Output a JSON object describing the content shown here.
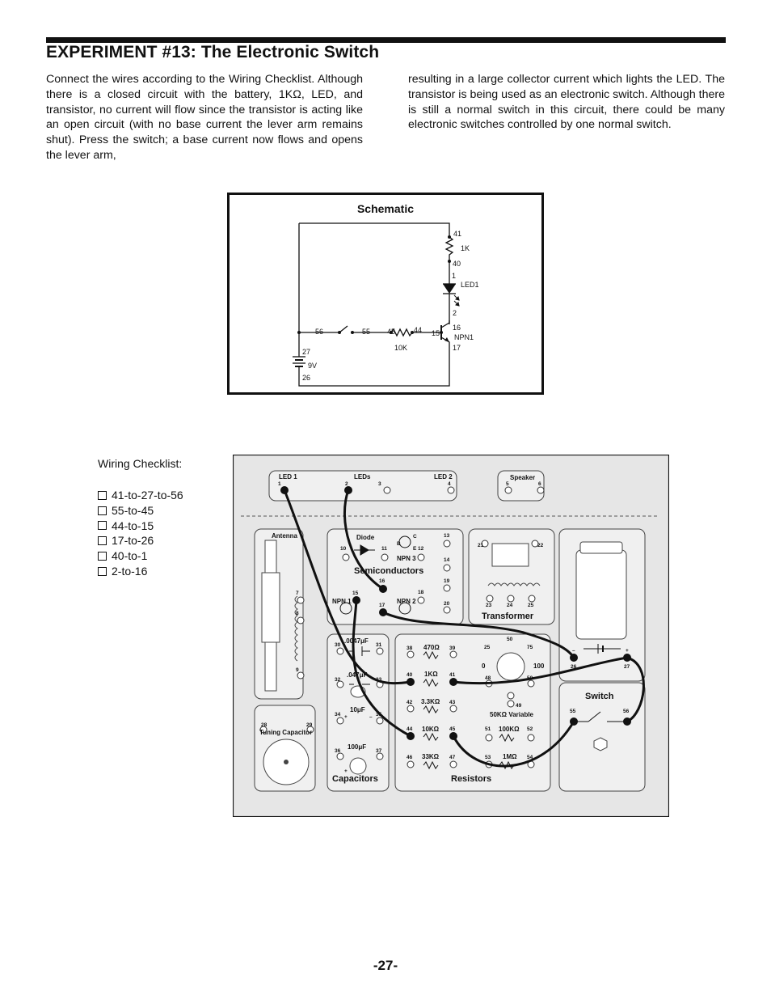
{
  "page": {
    "title": "EXPERIMENT #13:  The Electronic Switch",
    "page_number": "-27-"
  },
  "body_text": {
    "col1": "Connect the wires according to the Wiring Checklist. Although there is a closed circuit with the battery, 1KΩ, LED, and transistor, no current will flow since the transistor is acting like an open circuit (with no base current the lever arm remains shut).  Press the switch; a base current now flows and opens the lever arm,",
    "col2": "resulting in a large collector current which lights the LED. The transistor is being used as an electronic switch. Although there is still a normal switch in this circuit, there could be many electronic switches controlled by one normal switch."
  },
  "schematic": {
    "title": "Schematic",
    "labels": {
      "t41": "41",
      "r1k": "1K",
      "t40": "40",
      "t1": "1",
      "led1": "LED1",
      "t2": "2",
      "t16": "16",
      "npn1": "NPN1",
      "t17": "17",
      "t15": "15",
      "t44": "44",
      "t45": "45",
      "r10k": "10K",
      "t55": "55",
      "t56": "56",
      "t27": "27",
      "v9": "9V",
      "t26": "26"
    }
  },
  "checklist": {
    "title": "Wiring Checklist:",
    "items": [
      "41-to-27-to-56",
      "55-to-45",
      "44-to-15",
      "17-to-26",
      "40-to-1",
      "2-to-16"
    ]
  },
  "board": {
    "led1": "LED 1",
    "leds": "LEDs",
    "led2": "LED 2",
    "speaker": "Speaker",
    "antenna": "Antenna",
    "diode": "Diode",
    "npn3": "NPN 3",
    "semiconductors": "Semiconductors",
    "npn1": "NPN 1",
    "npn2": "NPN 2",
    "transformer": "Transformer",
    "cap1": ".0047μF",
    "cap2": ".047μF",
    "cap3": "10μF",
    "cap4": "100μF",
    "capacitors": "Capacitors",
    "tuning": "Tuning Capacitor",
    "r470": "470Ω",
    "r1k": "1KΩ",
    "r3k3": "3.3KΩ",
    "r10k": "10KΩ",
    "r33k": "33KΩ",
    "r100k": "100KΩ",
    "r1m": "1MΩ",
    "resistors": "Resistors",
    "var": "50KΩ Variable",
    "pot0": "0",
    "pot100": "100",
    "switch": "Switch",
    "n": {
      "t1": "1",
      "t2": "2",
      "t3": "3",
      "t4": "4",
      "t5": "5",
      "t6": "6",
      "t7": "7",
      "t8": "8",
      "t9": "9",
      "t10": "10",
      "t11": "11",
      "t12": "12",
      "t13": "13",
      "t14": "14",
      "t15": "15",
      "t16": "16",
      "t17": "17",
      "t18": "18",
      "t19": "19",
      "t20": "20",
      "t21": "21",
      "t22": "22",
      "t23": "23",
      "t24": "24",
      "t25": "25",
      "t26": "26",
      "t27": "27",
      "t28": "28",
      "t29": "29",
      "t30": "30",
      "t31": "31",
      "t32": "32",
      "t33": "33",
      "t34": "34",
      "t35": "35",
      "t36": "36",
      "t37": "37",
      "t38": "38",
      "t39": "39",
      "t40": "40",
      "t41": "41",
      "t42": "42",
      "t43": "43",
      "t44": "44",
      "t45": "45",
      "t46": "46",
      "t47": "47",
      "t48": "48",
      "t49": "49",
      "t50": "50",
      "t50b": "50",
      "t51": "51",
      "t52": "52",
      "t53": "53",
      "t54": "54",
      "t55": "55",
      "t56": "56",
      "pot25": "25",
      "pot75": "75",
      "minus": "–",
      "plus": "+",
      "cplus": "+",
      "cminus": "–",
      "cplus2": "+",
      "b": "B",
      "c": "C",
      "e": "E"
    }
  }
}
